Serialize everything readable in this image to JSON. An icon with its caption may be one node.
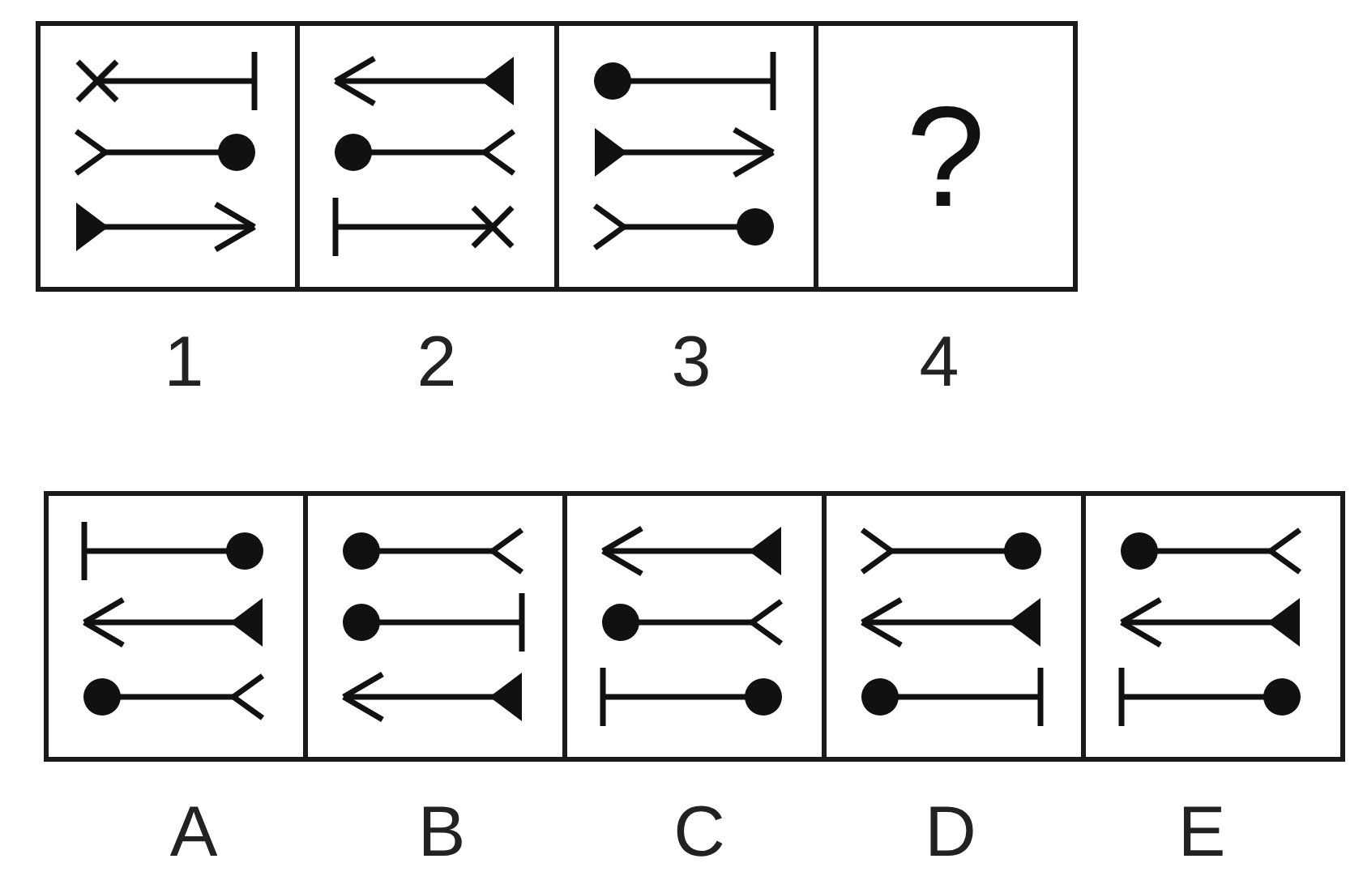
{
  "diagram": {
    "nodes": [
      {
        "text": [
          "1"
        ]
      },
      {
        "text": [
          "2"
        ]
      },
      {
        "text": [
          "3"
        ]
      },
      {
        "text": [
          "?",
          "4"
        ]
      },
      {
        "text": [
          "A"
        ]
      },
      {
        "text": [
          "B"
        ]
      },
      {
        "text": [
          "C"
        ]
      },
      {
        "text": [
          "D"
        ]
      },
      {
        "text": [
          "E"
        ]
      }
    ]
  }
}
